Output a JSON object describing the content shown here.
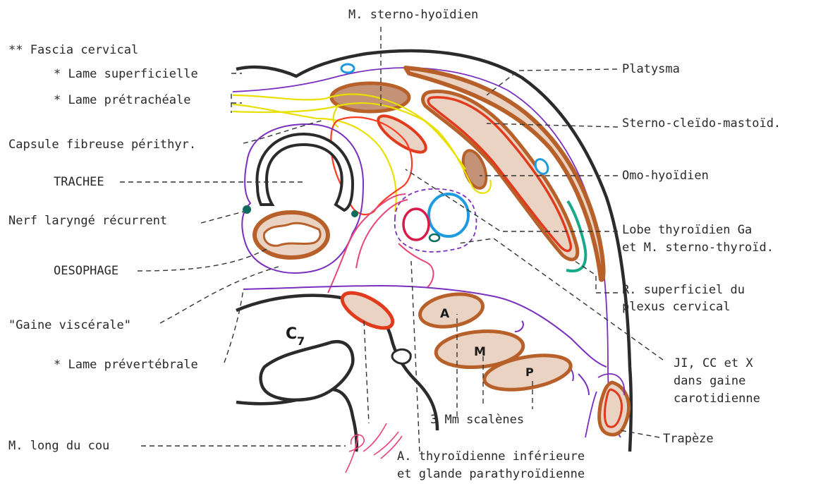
{
  "labels": {
    "sterno_hyoidien": "M. sterno-hyoïdien",
    "fascia_cervical": "** Fascia cervical",
    "lame_superficielle": "* Lame superficielle",
    "lame_pretracheale": "* Lame prétrachéale",
    "capsule": "Capsule fibreuse périthyr.",
    "trachee": "TRACHEE",
    "nerf_larynge": "Nerf laryngé récurrent",
    "oesophage": "OESOPHAGE",
    "gaine_viscerale": "\"Gaine viscérale\"",
    "lame_prevertebrale": "* Lame prévertébrale",
    "long_du_cou": "M. long du cou",
    "platysma": "Platysma",
    "scm": "Sterno-cleïdo-mastoïd.",
    "omo_hyoidien": "Omo-hyoïdien",
    "lobe_thyroidien_1": "Lobe thyroïdien Ga",
    "lobe_thyroidien_2": "et M. sterno-thyroïd.",
    "r_superficiel_1": "R. superficiel du",
    "r_superficiel_2": "plexus cervical",
    "ji_cc_x_1": "JI, CC et X",
    "ji_cc_x_2": "dans gaine",
    "ji_cc_x_3": "carotidienne",
    "scalenes": "3 Mm scalènes",
    "trapeze": "Trapèze",
    "a_thyroidienne_1": "A. thyroïdienne inférieure",
    "a_thyroidienne_2": "et glande parathyroïdienne"
  },
  "markers": {
    "c7_main": "C",
    "c7_sub": "7",
    "scalene_a": "A",
    "scalene_m": "M",
    "scalene_p": "P"
  },
  "colors": {
    "skin": "#2b2b2b",
    "fascia": "#7a2fbf",
    "muscle_outline": "#b8602a",
    "muscle_fill": "#ead3c3",
    "muscle_core": "#e23a1c",
    "yellow_fascia": "#e8e000",
    "thyroid_red": "#ff3a22",
    "pink_vessel": "#e8457a",
    "vein_blue": "#1e9be0",
    "nerve_teal": "#0f6b5e",
    "leader": "#333333"
  }
}
